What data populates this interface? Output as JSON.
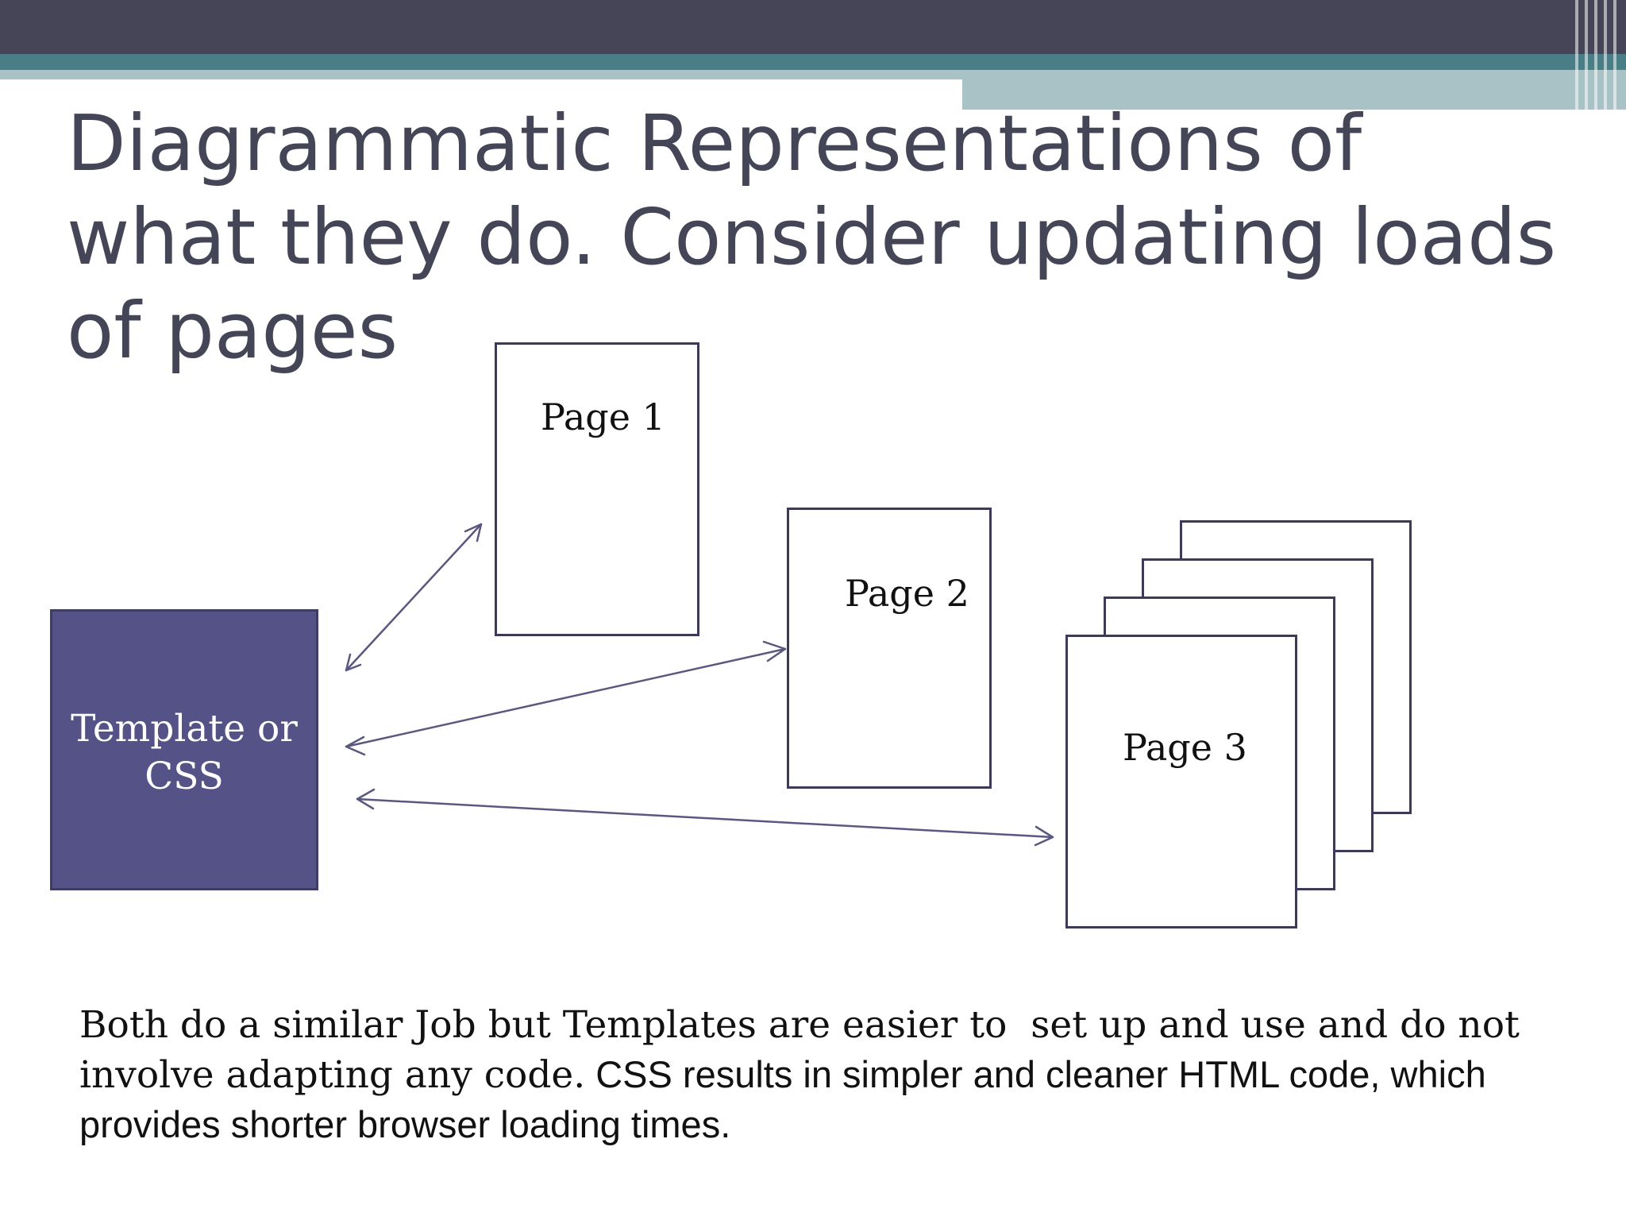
{
  "slide": {
    "title": "Diagrammatic Representations of what they do. Consider updating loads of pages",
    "theme_colors": {
      "top_bar": "#464558",
      "teal_band": "#4a7e86",
      "light_band": "#a9c2c6",
      "template_fill": "#545286",
      "arrow": "#5a5880"
    }
  },
  "diagram": {
    "template_box": {
      "label_line1": "Template or",
      "label_line2": "CSS"
    },
    "pages": [
      {
        "label": "Page 1"
      },
      {
        "label": "Page 2"
      },
      {
        "label": "Page 3",
        "stacked": true,
        "stack_count": 4
      }
    ]
  },
  "caption": {
    "line1": "Both do a similar Job but Templates are easier to  set up and use and do not",
    "line2_serif": "involve adapting any code.",
    "line2_sans": " CSS results in simpler and cleaner HTML code, which",
    "line3": "provides shorter browser loading times."
  }
}
